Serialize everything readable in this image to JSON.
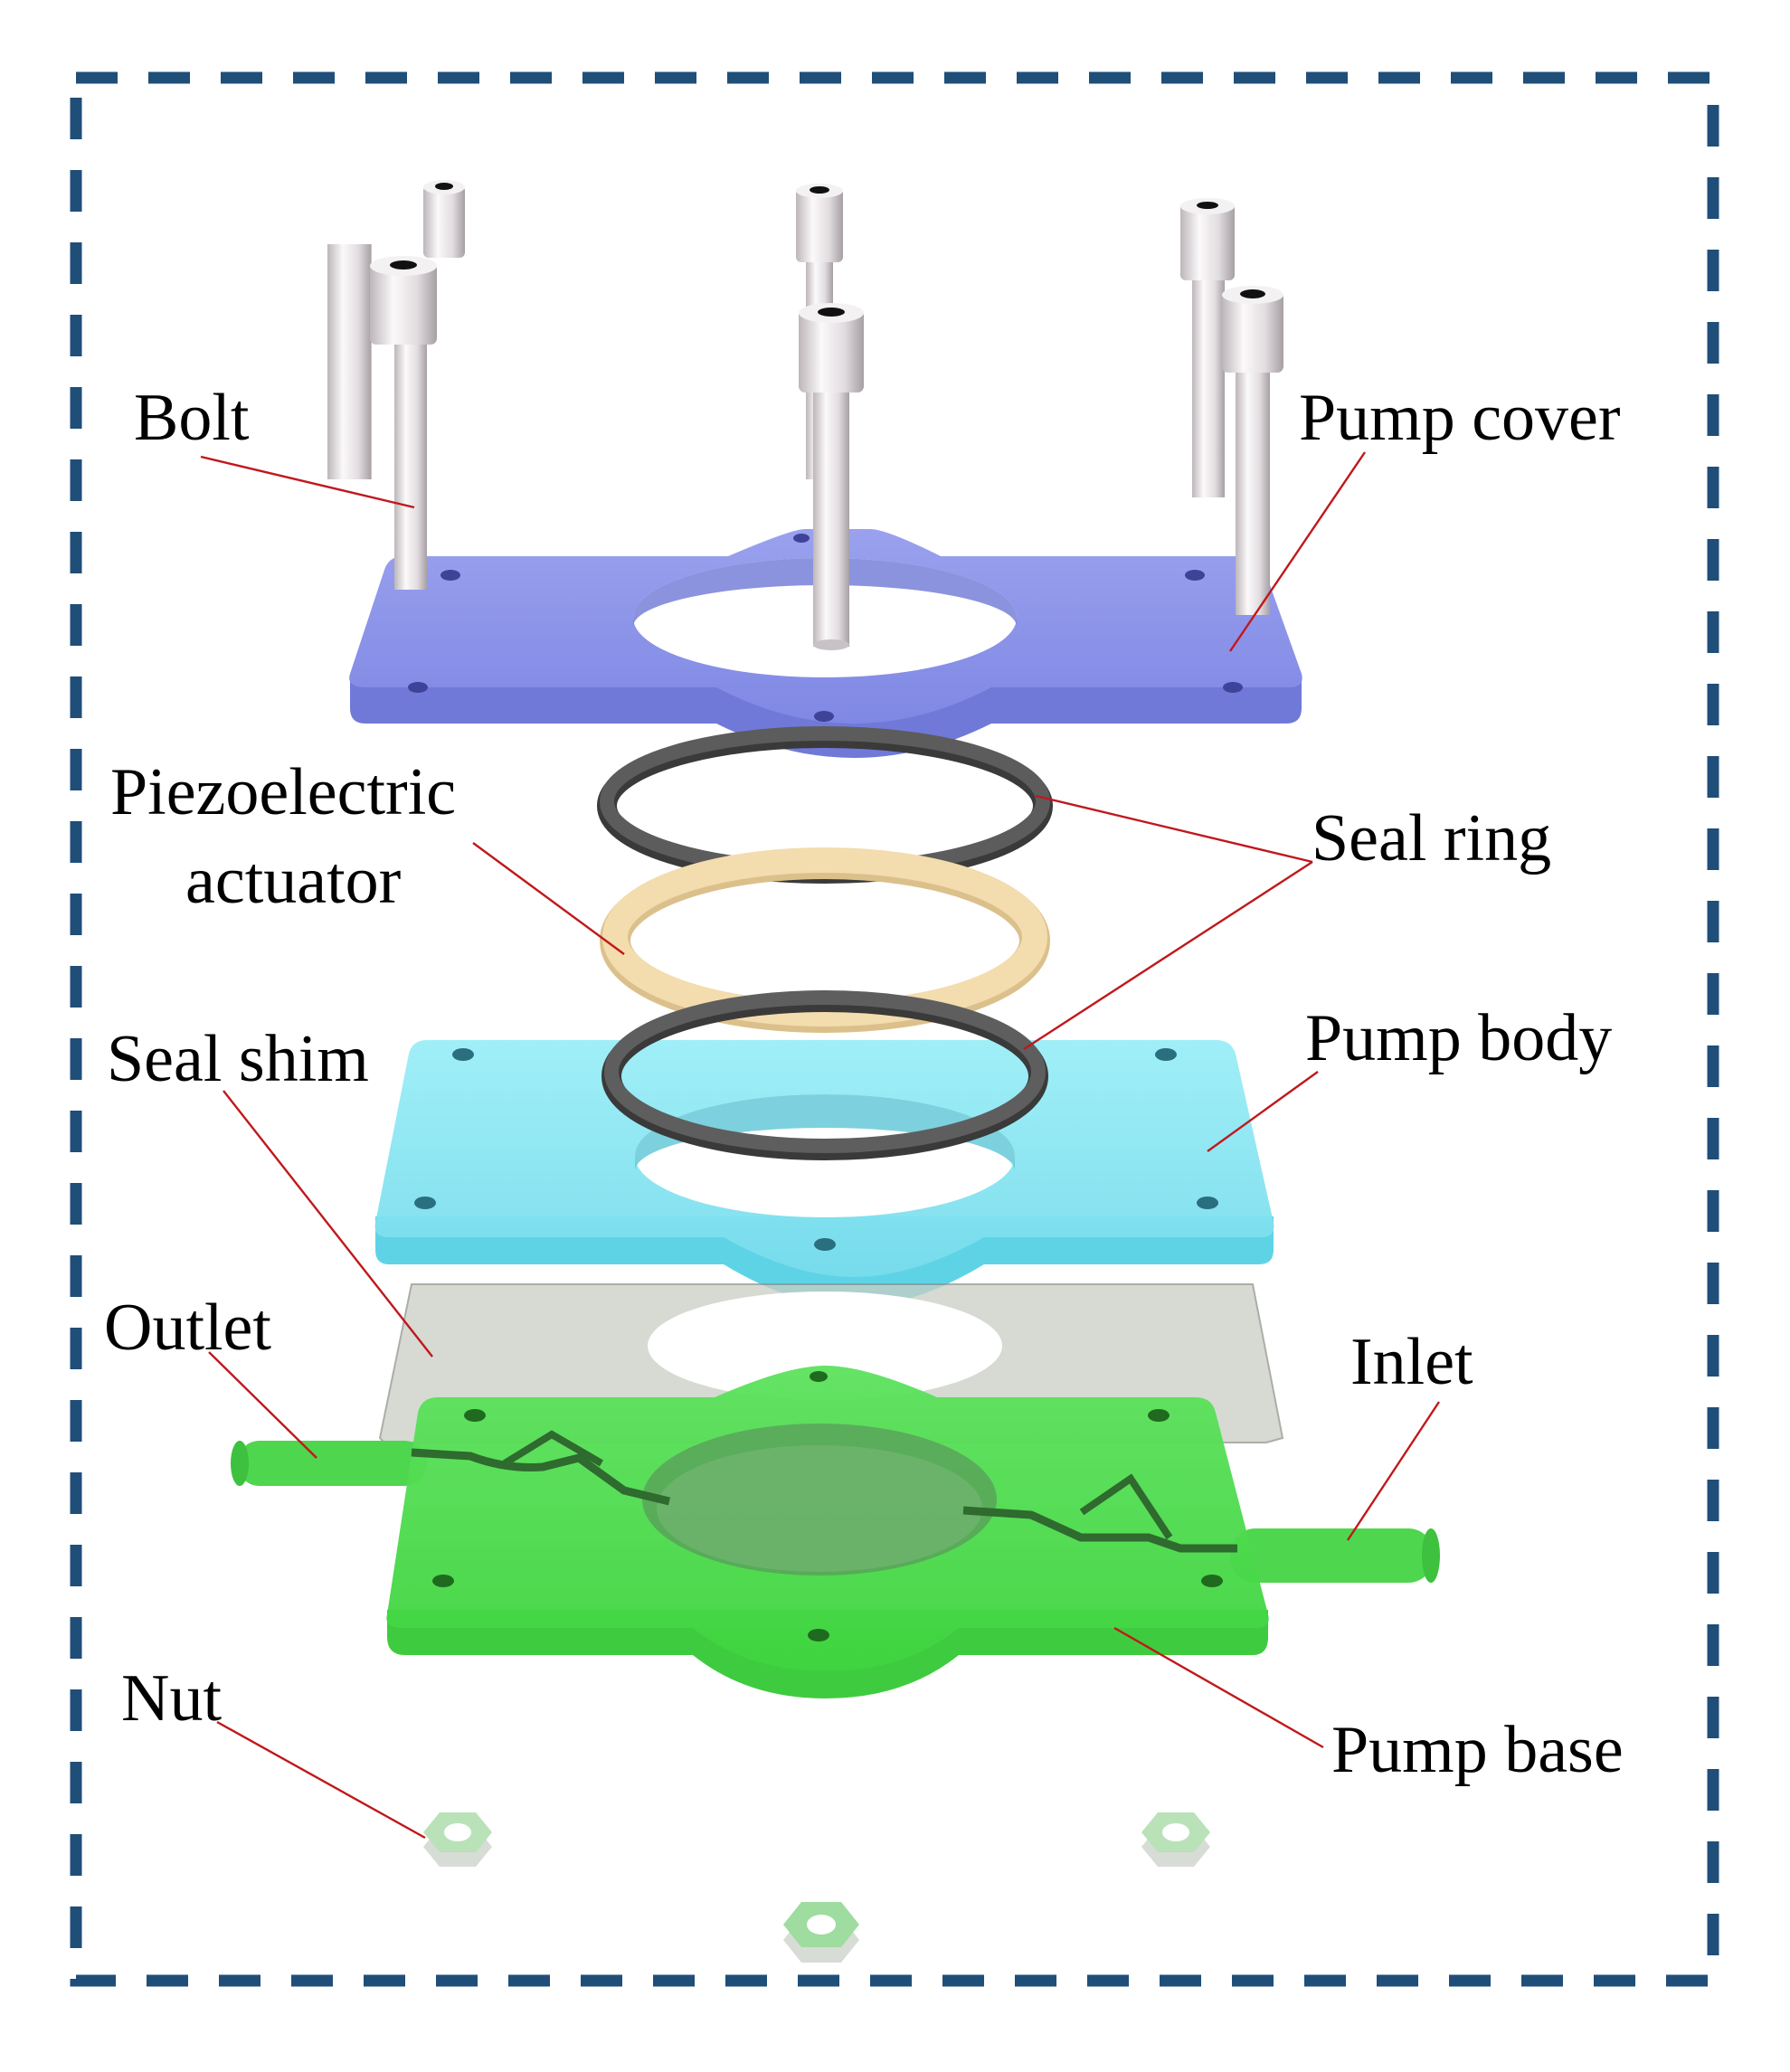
{
  "diagram": {
    "labels": {
      "bolt": "Bolt",
      "pump_cover": "Pump cover",
      "piezo_line1": "Piezoelectric",
      "piezo_line2": "actuator",
      "seal_ring": "Seal ring",
      "seal_shim": "Seal shim",
      "pump_body": "Pump body",
      "outlet": "Outlet",
      "inlet": "Inlet",
      "nut": "Nut",
      "pump_base": "Pump base"
    },
    "colors": {
      "frame": "#1f4e79",
      "leader_line": "#c0181c",
      "pump_cover": "#8f97ea",
      "seal_ring": "#545454",
      "piezoelectric_actuator": "#f1d7a6",
      "pump_body": "#88e6f2",
      "seal_shim": "#c9cec4",
      "pump_base": "#4fe04f",
      "bolt": "#e7e3e5",
      "nut": "#cfe9cf"
    }
  }
}
